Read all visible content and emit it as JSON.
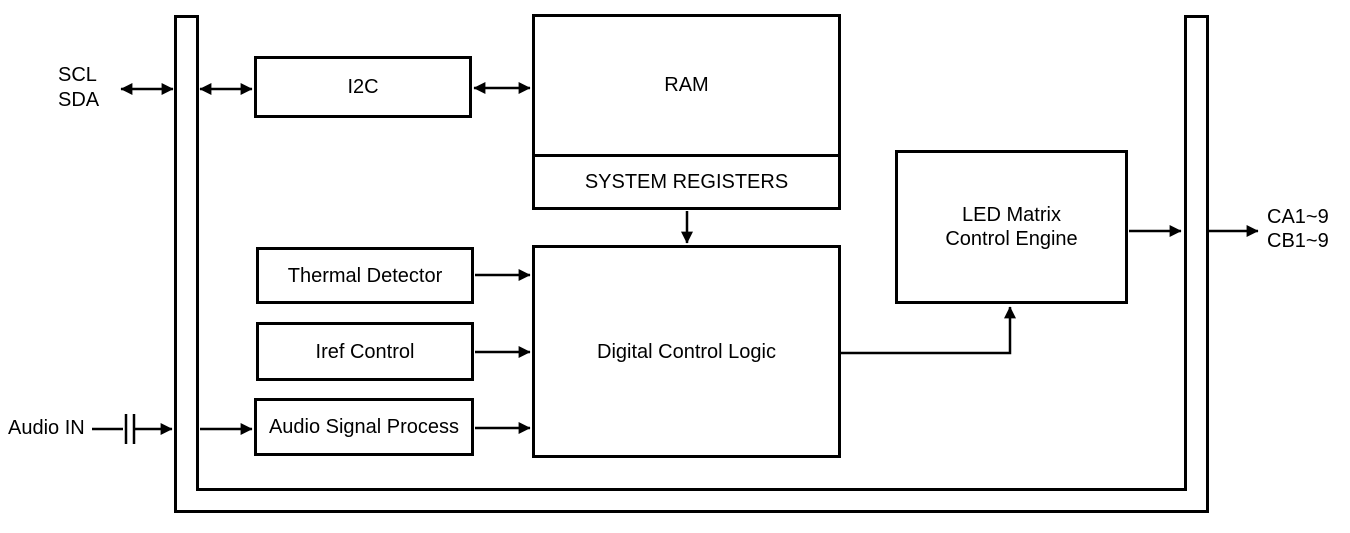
{
  "blocks": {
    "i2c": {
      "label": "I2C"
    },
    "ram": {
      "label": "RAM"
    },
    "system_registers": {
      "label": "SYSTEM REGISTERS"
    },
    "thermal_detector": {
      "label": "Thermal Detector"
    },
    "iref_control": {
      "label": "Iref Control"
    },
    "audio_signal_process": {
      "label": "Audio Signal Process"
    },
    "digital_control_logic": {
      "label": "Digital Control Logic"
    },
    "led_matrix_control_engine": {
      "line1": "LED Matrix",
      "line2": "Control Engine"
    }
  },
  "pins": {
    "scl": "SCL",
    "sda": "SDA",
    "audio_in": "Audio IN",
    "ca": "CA1~9",
    "cb": "CB1~9"
  },
  "connections": [
    {
      "from": "SCL/SDA",
      "to": "internal bus",
      "type": "bidirectional"
    },
    {
      "from": "internal bus",
      "to": "I2C",
      "type": "bidirectional"
    },
    {
      "from": "I2C",
      "to": "RAM",
      "type": "bidirectional"
    },
    {
      "from": "SYSTEM REGISTERS",
      "to": "Digital Control Logic",
      "type": "directed"
    },
    {
      "from": "Thermal Detector",
      "to": "Digital Control Logic",
      "type": "directed"
    },
    {
      "from": "Iref Control",
      "to": "Digital Control Logic",
      "type": "directed"
    },
    {
      "from": "Audio IN",
      "to": "internal bus",
      "type": "directed",
      "via": "coupling capacitor"
    },
    {
      "from": "internal bus",
      "to": "Audio Signal Process",
      "type": "directed"
    },
    {
      "from": "Audio Signal Process",
      "to": "Digital Control Logic",
      "type": "directed"
    },
    {
      "from": "Digital Control Logic",
      "to": "LED Matrix Control Engine",
      "type": "directed"
    },
    {
      "from": "LED Matrix Control Engine",
      "to": "internal bus",
      "type": "directed"
    },
    {
      "from": "internal bus",
      "to": "CA1~9 / CB1~9",
      "type": "directed"
    }
  ],
  "colors": {
    "line": "#000000",
    "text": "#000000",
    "background": "#ffffff",
    "block_fill": "#ffffff"
  }
}
